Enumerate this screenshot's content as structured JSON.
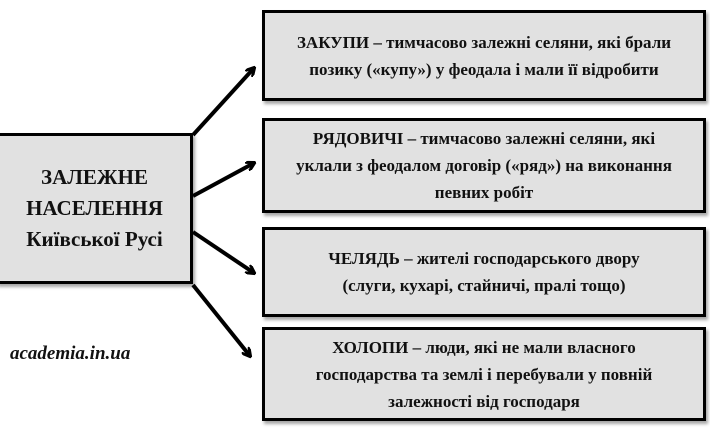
{
  "center": {
    "line1": "ЗАЛЕЖНЕ",
    "line2": "НАСЕЛЕННЯ",
    "line3": "Київської Русі"
  },
  "items": [
    {
      "term": "ЗАКУПИ",
      "text": " – тимчасово залежні селяни, які брали позику («купу») у феодала і мали її відробити"
    },
    {
      "term": "РЯДОВИЧІ",
      "text": " – тимчасово залежні селяни, які уклали з феодалом договір («ряд») на виконання певних робіт"
    },
    {
      "term": "ЧЕЛЯДЬ",
      "text": " – жителі господарського двору (слуги, кухарі, стайничі, пралі тощо)"
    },
    {
      "term": "ХОЛОПИ",
      "text": " – люди, які не мали власного господарства та землі і перебували у повній залежності від господаря"
    }
  ],
  "watermark": "academia.in.ua"
}
